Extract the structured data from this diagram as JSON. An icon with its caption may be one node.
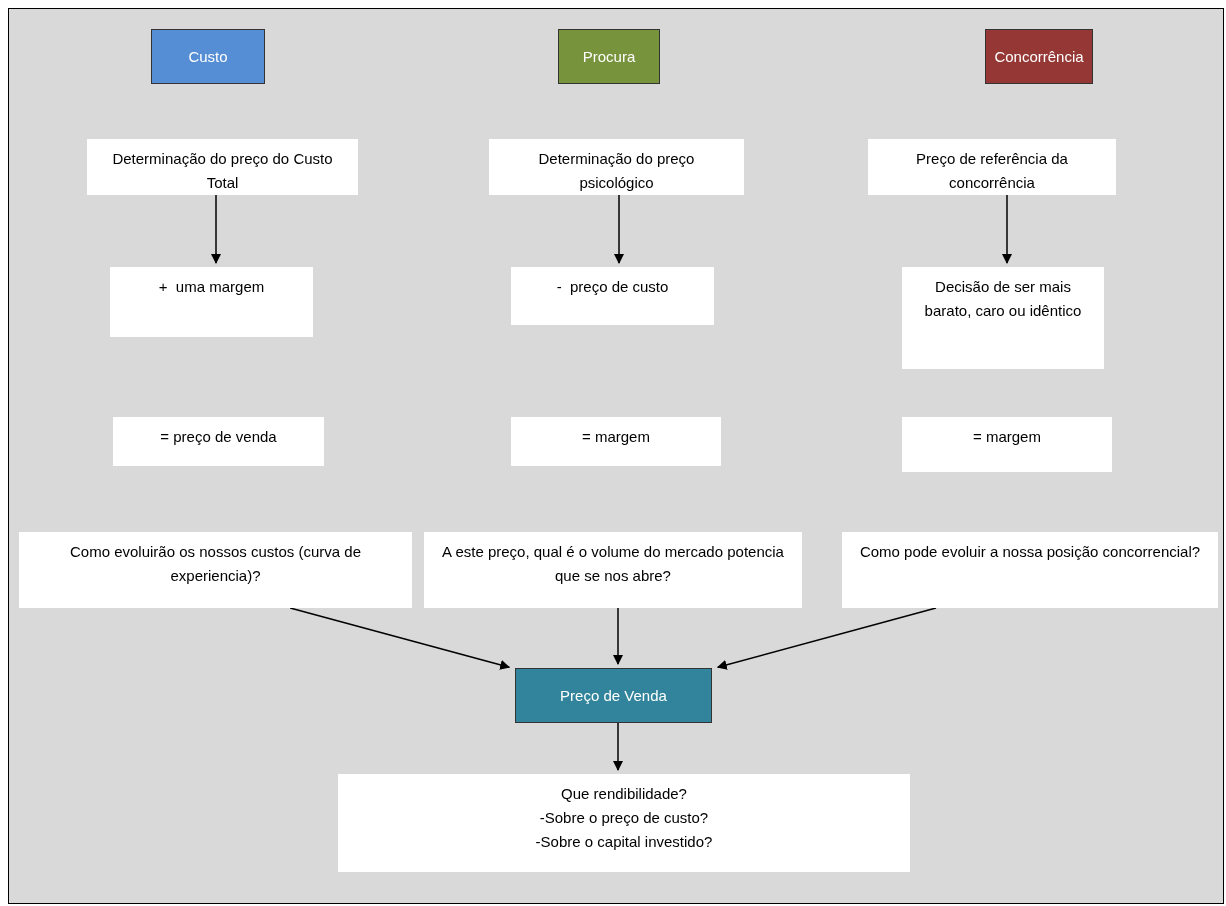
{
  "diagram": {
    "nodes": [
      {
        "text": [
          "Custo"
        ]
      },
      {
        "text": [
          "Procura"
        ]
      },
      {
        "text": [
          "Concorrência"
        ]
      },
      {
        "text": [
          "Determinação do preço do Custo Total"
        ]
      },
      {
        "text": [
          "Determinação do preço psicológico"
        ]
      },
      {
        "text": [
          "Preço de referência da concorrência"
        ]
      },
      {
        "text": [
          "+  uma margem"
        ]
      },
      {
        "text": [
          "-  preço de custo"
        ]
      },
      {
        "text": [
          "Decisão de ser mais barato, caro ou idêntico"
        ]
      },
      {
        "text": [
          "= preço de venda"
        ]
      },
      {
        "text": [
          "= margem"
        ]
      },
      {
        "text": [
          "= margem"
        ]
      },
      {
        "text": [
          "Como evoluirão os nossos custos (curva de experiencia)?"
        ]
      },
      {
        "text": [
          "A este preço, qual é o volume do mercado potencia que se nos abre?"
        ]
      },
      {
        "text": [
          "Como pode evoluir a nossa posição concorrencial?"
        ]
      },
      {
        "text": [
          "Preço de Venda"
        ]
      },
      {
        "text": [
          "Que rendibilidade?",
          "-Sobre o preço de custo?",
          "-Sobre o capital investido?"
        ]
      }
    ],
    "edges": [
      {
        "from": 3,
        "to": 6,
        "arrow": "to"
      },
      {
        "from": 4,
        "to": 7,
        "arrow": "to"
      },
      {
        "from": 5,
        "to": 8,
        "arrow": "to"
      },
      {
        "from": 12,
        "to": 15,
        "arrow": "to"
      },
      {
        "from": 13,
        "to": 15,
        "arrow": "to"
      },
      {
        "from": 14,
        "to": 15,
        "arrow": "to"
      },
      {
        "from": 15,
        "to": 16,
        "arrow": "to"
      }
    ]
  }
}
